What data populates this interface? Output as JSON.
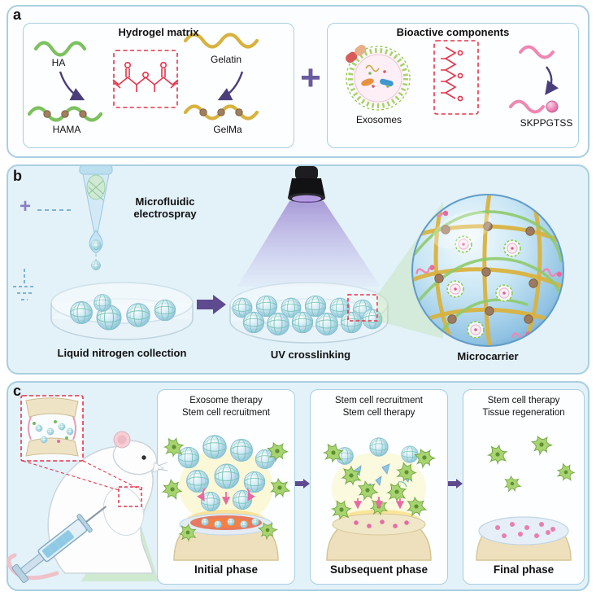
{
  "colors": {
    "panel_border": "#a9cfe0",
    "panel_fill": "#e3f1f9",
    "accent_purple": "#5d4a8f",
    "dashed_red": "#e8334a",
    "green_polymer": "#7cc15e",
    "gold_polymer": "#d9b23e",
    "pink_peptide": "#ef87b3",
    "sphere_blue": "#8fc3e0"
  },
  "a": {
    "panel_label": "a",
    "hydrogel_title": "Hydrogel matrix",
    "ha": "HA",
    "gelatin": "Gelatin",
    "hama": "HAMA",
    "gelma": "GelMa",
    "plus": "+",
    "bioactive_title": "Bioactive components",
    "exosomes": "Exosomes",
    "peptide": "SKPPGTSS"
  },
  "b": {
    "panel_label": "b",
    "plus": "+",
    "electrospray": "Microfluidic electrospray",
    "liquid_nitrogen": "Liquid nitrogen collection",
    "uv": "UV crosslinking",
    "microcarrier": "Microcarrier"
  },
  "c": {
    "panel_label": "c",
    "phases": [
      {
        "header1": "Exosome therapy",
        "header2": "Stem cell recruitment",
        "label": "Initial phase"
      },
      {
        "header1": "Stem cell recruitment",
        "header2": "Stem cell therapy",
        "label": "Subsequent phase"
      },
      {
        "header1": "Stem cell therapy",
        "header2": "Tissue regeneration",
        "label": "Final phase"
      }
    ]
  }
}
